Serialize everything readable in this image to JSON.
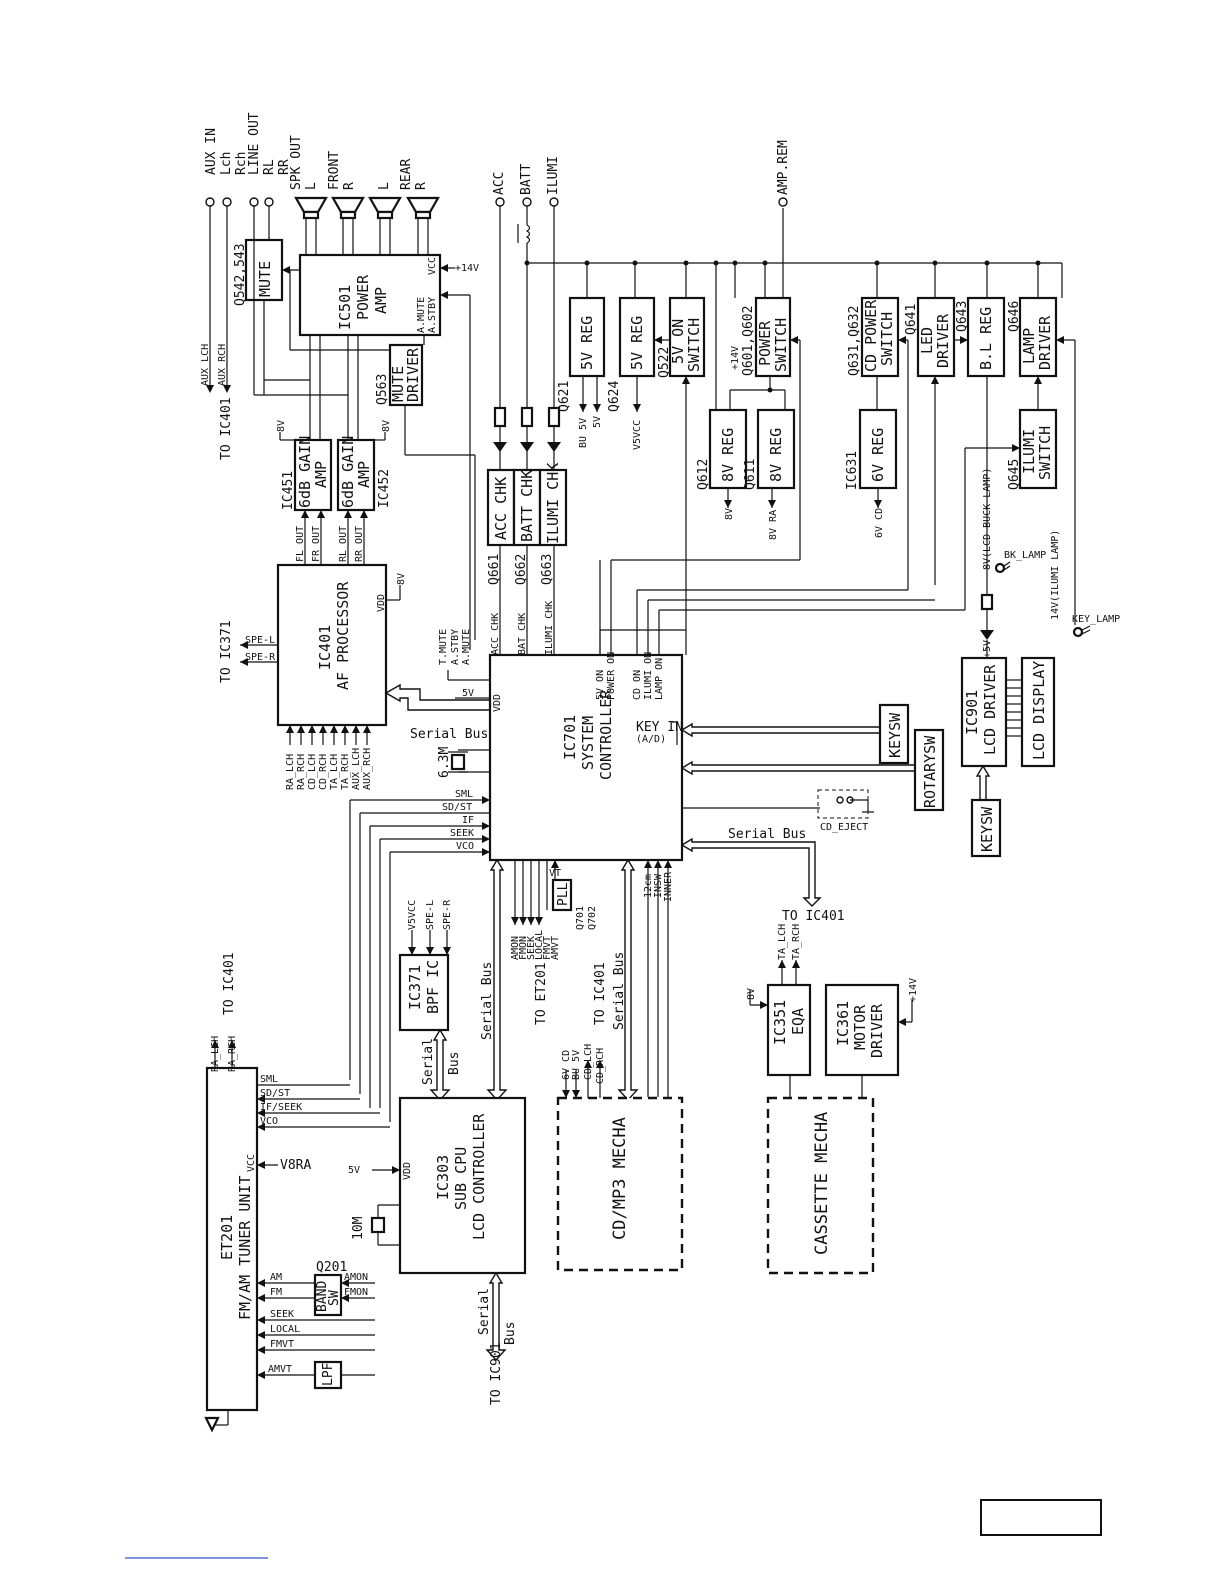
{
  "blocks": {
    "ic501": [
      "IC501",
      "POWER",
      "AMP"
    ],
    "ic501_ref": "",
    "mute": "MUTE",
    "mute_ref": "Q542,543",
    "mute_driver": [
      "MUTE",
      "DRIVER"
    ],
    "mute_driver_ref": "Q563",
    "ic451": [
      "6dB GAIN",
      "AMP"
    ],
    "ic451_ref": "IC451",
    "ic452": [
      "6dB GAIN",
      "AMP"
    ],
    "ic452_ref": "IC452",
    "ic401": [
      "IC401",
      "AF PROCESSOR"
    ],
    "acc_chk": "ACC CHK",
    "acc_chk_ref": "Q661",
    "batt_chk": "BATT CHK",
    "batt_chk_ref": "Q662",
    "ilumi_chk": "ILUMI CHK",
    "ilumi_chk_ref": "Q663",
    "reg_q621": "5V REG",
    "reg_q621_ref": "Q621",
    "reg_q624": "5V REG",
    "reg_q624_ref": "Q624",
    "sw_q522": [
      "5V ON",
      "SWITCH"
    ],
    "sw_q522_ref": "Q522",
    "pwr_sw": [
      "POWER",
      "SWITCH"
    ],
    "pwr_sw_ref": "Q601,Q602",
    "reg_q612": "8V REG",
    "reg_q612_ref": "Q612",
    "reg_q611": "8V REG",
    "reg_q611_ref": "Q611",
    "cd_pwr": [
      "CD POWER",
      "SWITCH"
    ],
    "cd_pwr_ref": "Q631,Q632",
    "reg_ic631": "6V REG",
    "reg_ic631_ref": "IC631",
    "led_drv": [
      "LED",
      "DRIVER"
    ],
    "led_drv_ref": "Q641",
    "bl_reg": "B.L REG",
    "bl_reg_ref": "Q643",
    "lamp_drv": [
      "LAMP",
      "DRIVER"
    ],
    "lamp_drv_ref": "Q646",
    "ilumi_sw": [
      "ILUMI",
      "SWITCH"
    ],
    "ilumi_sw_ref": "Q645",
    "ic701": [
      "IC701",
      "SYSTEM",
      "CONTROLLER"
    ],
    "keysw1": "KEYSW",
    "rotarysw": "ROTARYSW",
    "ic901": [
      "IC901",
      "LCD DRIVER"
    ],
    "lcd_display": "LCD DISPLAY",
    "keysw2": "KEYSW",
    "pll": "PLL",
    "pll_ref": [
      "Q701",
      "Q702"
    ],
    "ic371": [
      "IC371",
      "BPF IC"
    ],
    "ic303": [
      "IC303",
      "SUB CPU",
      "LCD CONTROLLER"
    ],
    "tuner": [
      "ET201",
      "FM/AM TUNER UNIT"
    ],
    "band_sw": [
      "BAND",
      "SW"
    ],
    "band_sw_ref": "Q201",
    "lpf": "LPF",
    "cd_mecha": "CD/MP3 MECHA",
    "ic351": [
      "IC351",
      "EQA"
    ],
    "ic361": [
      "IC361",
      "MOTOR",
      "DRIVER"
    ],
    "cassette_mecha": "CASSETTE MECHA"
  },
  "terminals": {
    "aux_in": [
      "AUX IN",
      "Lch",
      "Rch"
    ],
    "line_out": [
      "LINE OUT",
      "RL",
      "RR"
    ],
    "spk_out": [
      "SPK OUT",
      "L",
      "FRONT",
      "R",
      "L",
      "REAR",
      "R"
    ],
    "acc": "ACC",
    "batt": "BATT",
    "ilumi": "ILUMI",
    "amp_rem": "AMP.REM"
  },
  "signals": {
    "to_ic401_top": "TO IC401",
    "aux_lch": "AUX_LCH",
    "aux_rch": "AUX_RCH",
    "v8": "8V",
    "v14": "+14V",
    "vcc": "VCC",
    "a_mute_pin": "A.MUTE",
    "a_stby_pin": "A.STBY",
    "fl_out": "FL OUT",
    "fr_out": "FR OUT",
    "rl_out": "RL OUT",
    "rr_out": "RR OUT",
    "to_ic371": "TO IC371",
    "spe_l": "SPE-L",
    "spe_r": "SPE-R",
    "vdd": "VDD",
    "ic401_inputs": [
      "RA_LCH",
      "RA_RCH",
      "CD_LCH",
      "CD_RCH",
      "TA_LCH",
      "TA_RCH",
      "AUX_LCH",
      "AUX_RCH"
    ],
    "t_mute": "T.MUTE",
    "a_stby": "A.STBY",
    "a_mute": "A.MUTE",
    "acc_chk_sig": "ACC CHK",
    "bat_chk_sig": "BAT CHK",
    "ilumi_chk_sig": "ILUMI CHK",
    "bu5v": "BU 5V",
    "v5": "5V",
    "v5vcc": "V5VCC",
    "v14_pwr": "+14V",
    "v8_out": "8V",
    "v8ra": "8V RA",
    "v6cd": "6V CD",
    "bl_label": "8V(LCD BUCK LAMP)",
    "bk_lamp": "BK_LAMP",
    "il_label": "14V(ILUMI LAMP)",
    "key_lamp": "KEY_LAMP",
    "plus5v": "+5V",
    "ic701_out": [
      "5V ON",
      "POWER ON",
      "CD ON",
      "ILUMI ON",
      "LAMP ON"
    ],
    "key_in": [
      "KEY IN",
      "(A/D)"
    ],
    "cd_eject": "CD_EJECT",
    "serial_bus": "Serial Bus",
    "crystal1": "6.3M",
    "crystal2": "10M",
    "sml": "SML",
    "sd_st": "SD/ST",
    "if": "IF",
    "seek": "SEEK",
    "vco": "VCO",
    "vt": "VT",
    "ic701_bottom": [
      "AMON",
      "FMON",
      "SEEK",
      "LOCAL",
      "FMVT",
      "AMVT"
    ],
    "ic701_bottom2": [
      "12cm",
      "INSW",
      "INNER"
    ],
    "to_et201": "TO ET201",
    "to_ic401_mid": "TO IC401",
    "to_ic401_bus": "TO IC401",
    "ic371_in": [
      "V5VCC",
      "SPE-L",
      "SPE-R"
    ],
    "serial": "Serial",
    "bus": "Bus",
    "ra_lch": "RA_LCH",
    "ra_rch": "RA_RCH",
    "to_ic401_tuner": "TO IC401",
    "tuner_sml": "SML",
    "tuner_sdst": "SD/ST",
    "tuner_ifseek": "IF/SEEK",
    "tuner_vco": "VCO",
    "tuner_vcc": "VCC",
    "v8ra_in": "V8RA",
    "ic303_5v": "5V",
    "ic303_vdd": "VDD",
    "am": "AM",
    "fm": "FM",
    "amon": "AMON",
    "fmon": "FMON",
    "tuner_seek": "SEEK",
    "tuner_local": "LOCAL",
    "tuner_fmvt": "FMVT",
    "tuner_amvt": "AMVT",
    "to_ic901": "TO IC901",
    "cd_sig": [
      "6V CD",
      "BU 5V",
      "CD_LCH",
      "CD_RCH"
    ],
    "ta_lch": "TA_LCH",
    "ta_rch": "TA_RCH",
    "eqa_8v": "8V",
    "motor_14v": "+14V"
  }
}
